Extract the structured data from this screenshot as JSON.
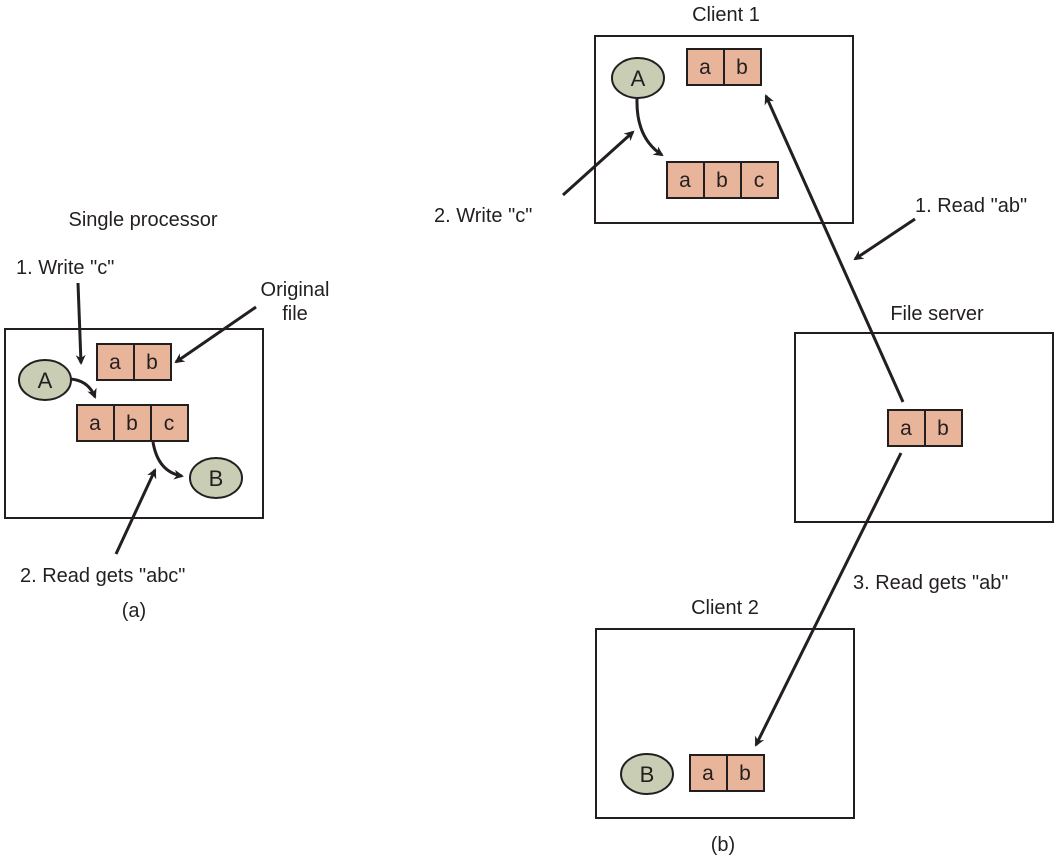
{
  "colors": {
    "cell_fill": "#e8b49a",
    "node_fill": "#c9cdb4",
    "stroke": "#231f20",
    "background": "#ffffff"
  },
  "panel_a": {
    "title": "Single processor",
    "caption": "(a)",
    "annotations": {
      "write": "1. Write \"c\"",
      "original_file_line1": "Original",
      "original_file_line2": "file",
      "read": "2. Read gets \"abc\""
    },
    "nodes": {
      "a": "A",
      "b": "B"
    },
    "original_file": [
      "a",
      "b"
    ],
    "modified_file": [
      "a",
      "b",
      "c"
    ]
  },
  "panel_b": {
    "caption": "(b)",
    "client1": {
      "title": "Client 1",
      "node": "A",
      "cached_file": [
        "a",
        "b"
      ],
      "modified_file": [
        "a",
        "b",
        "c"
      ]
    },
    "file_server": {
      "title": "File server",
      "file": [
        "a",
        "b"
      ]
    },
    "client2": {
      "title": "Client 2",
      "node": "B",
      "cached_file": [
        "a",
        "b"
      ]
    },
    "annotations": {
      "read_ab": "1. Read \"ab\"",
      "write_c": "2. Write \"c\"",
      "read_gets_ab": "3. Read gets \"ab\""
    }
  }
}
